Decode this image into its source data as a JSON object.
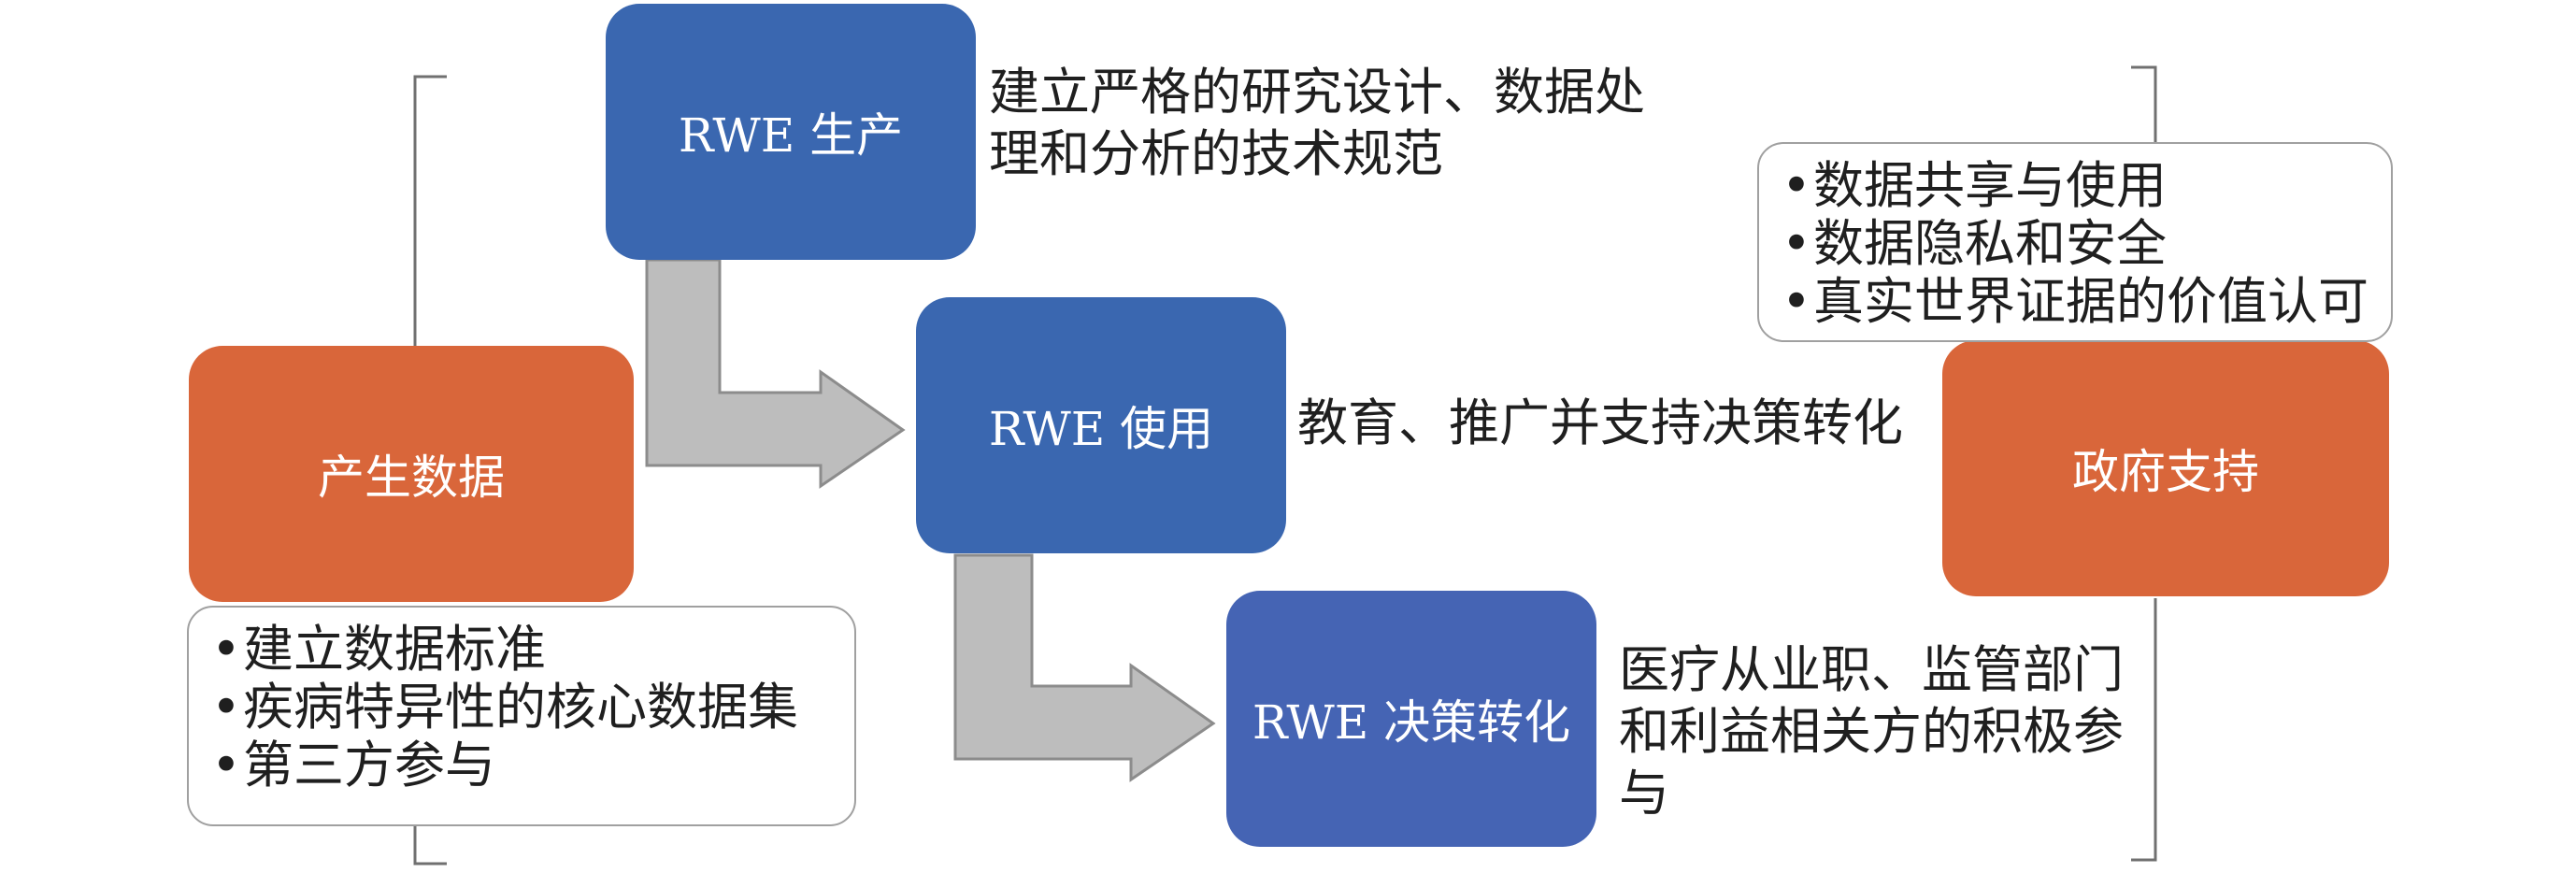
{
  "nodes": {
    "produce": "RWE 生产",
    "use": "RWE 使用",
    "decision": "RWE 决策转化",
    "generate_data": "产生数据",
    "gov_support": "政府支持"
  },
  "notes": {
    "produce_desc_line1": "建立严格的研究设计、数据处",
    "produce_desc_line2": "理和分析的技术规范",
    "use_desc": "教育、推广并支持决策转化",
    "decision_desc_line1": "医疗从业职、监管部门",
    "decision_desc_line2": "和利益相关方的积极参",
    "decision_desc_line3": "与"
  },
  "data_list": [
    "建立数据标准",
    "疾病特异性的核心数据集",
    "第三方参与"
  ],
  "gov_list": [
    "数据共享与使用",
    "数据隐私和安全",
    "真实世界证据的价值认可"
  ],
  "bullet": "•",
  "colors": {
    "node_blue": "#3a67b0",
    "node_orange": "#d9663a",
    "arrow_fill": "#bdbdbd",
    "arrow_stroke": "#8c8c8c",
    "bracket": "#707070"
  }
}
